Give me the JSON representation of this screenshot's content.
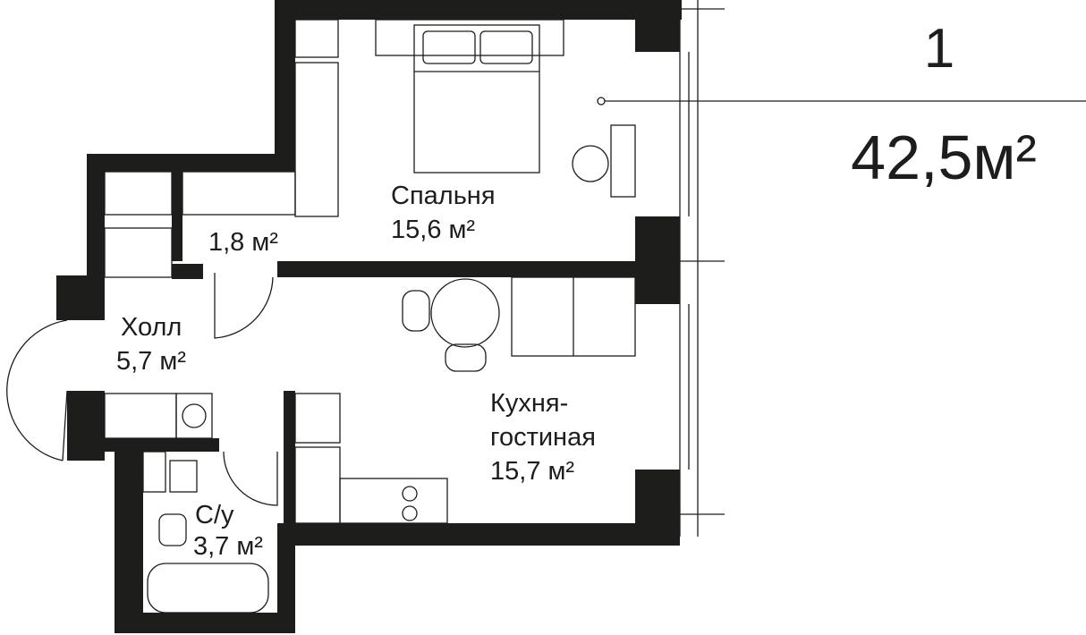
{
  "apartment": {
    "rooms_count": "1",
    "total_area": "42,5м²"
  },
  "rooms": [
    {
      "name": "Спальня",
      "area": "15,6 м²"
    },
    {
      "name": "",
      "area": "1,8 м²"
    },
    {
      "name": "Холл",
      "area": "5,7 м²"
    },
    {
      "name": "Кухня-",
      "name2": "гостиная",
      "area": "15,7 м²"
    },
    {
      "name": "С/у",
      "area": "3,7 м²"
    }
  ],
  "colors": {
    "wall": "#1d1d1b",
    "background": "#ffffff"
  }
}
